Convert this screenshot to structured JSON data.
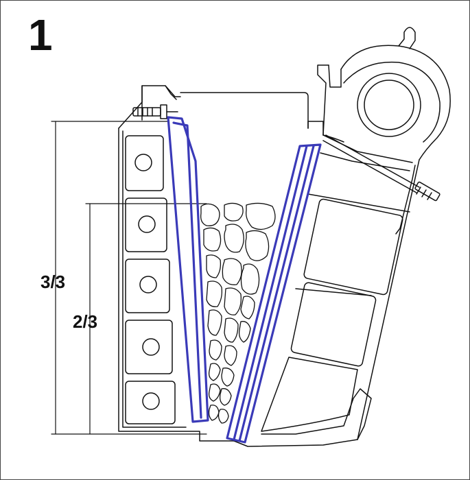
{
  "figure": {
    "step_number": "1",
    "dimension_full_label": "3/3",
    "dimension_partial_label": "2/3"
  },
  "colors": {
    "outline": "#111111",
    "jaw_plate_highlight": "#3a3ab8",
    "background": "#ffffff"
  },
  "icons": {
    "frame": "crusher-frame-outline",
    "flywheel": "eccentric-flywheel",
    "fixed_jaw": "fixed-jaw-plate-highlight",
    "moving_jaw": "moving-jaw-plate-highlight",
    "feed": "feed-stones",
    "bolts": "tension-bolt"
  }
}
